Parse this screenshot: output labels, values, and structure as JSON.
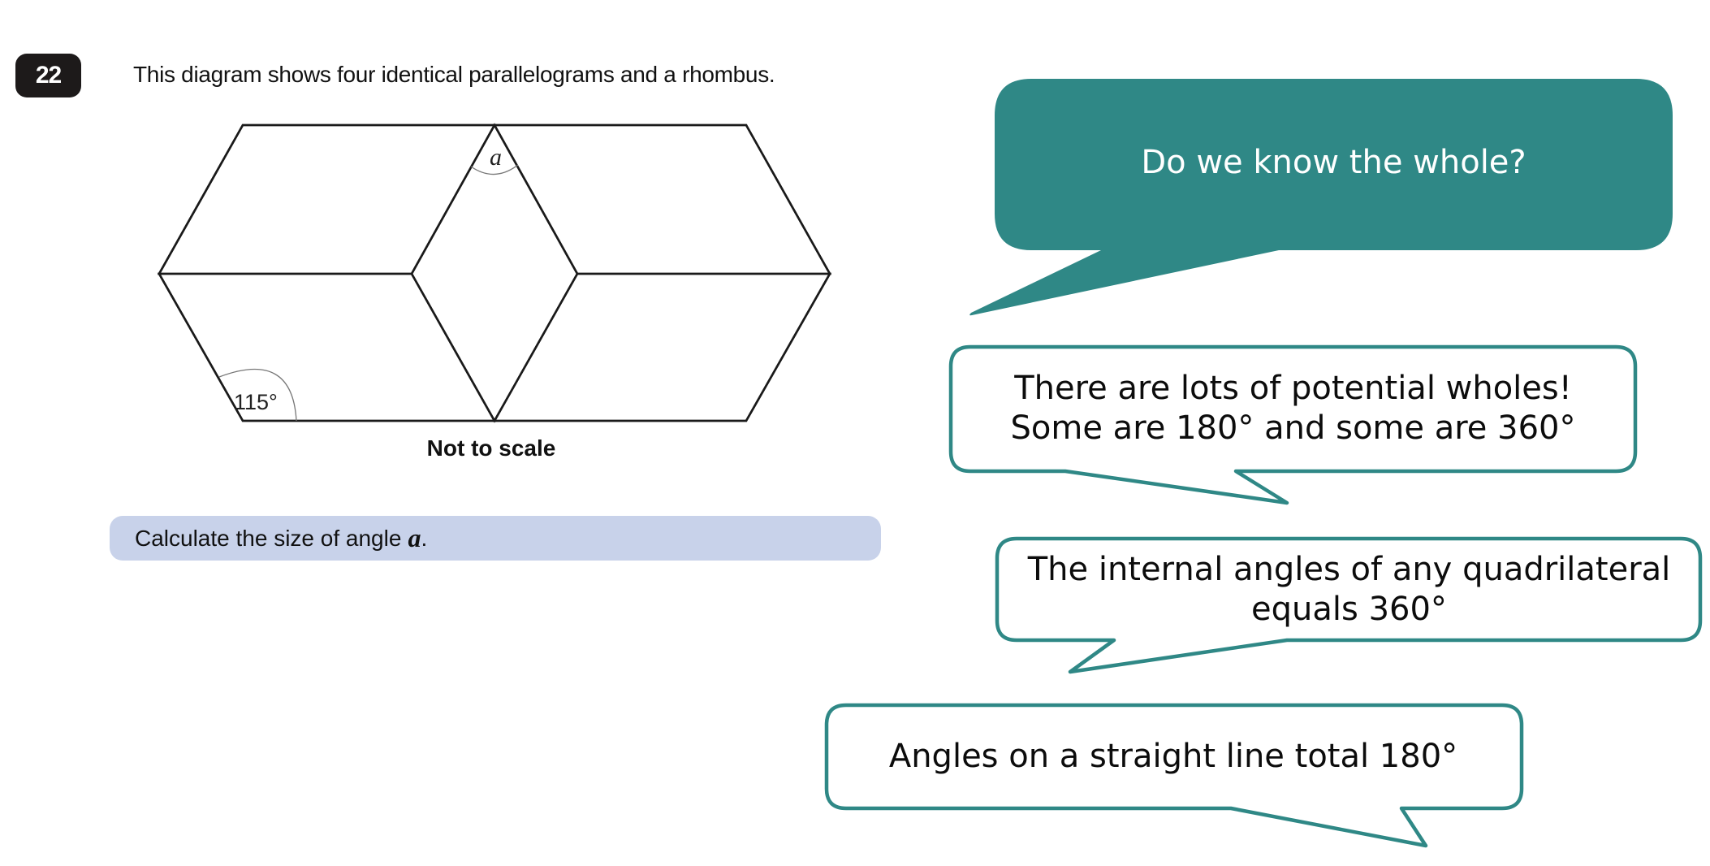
{
  "question": {
    "number": "22",
    "intro": "This diagram shows four identical parallelograms and a rhombus.",
    "diagram": {
      "angle_label_a": "a",
      "angle_label_given": "115°",
      "caption": "Not to scale"
    },
    "task": {
      "prefix": "Calculate the size of angle",
      "variable": "a",
      "suffix": "."
    }
  },
  "speech_bubbles": [
    {
      "text": "Do we know the whole?",
      "style": "filled",
      "color": "#2f8886"
    },
    {
      "line1": "There are lots of potential wholes!",
      "line2": "Some are 180° and some are 360°",
      "style": "outline",
      "color": "#2f8886"
    },
    {
      "line1": "The internal angles of any quadrilateral",
      "line2": "equals 360°",
      "style": "outline",
      "color": "#2f8886"
    },
    {
      "text": "Angles on a straight line total 180°",
      "style": "outline",
      "color": "#2f8886"
    }
  ],
  "colors": {
    "accent_teal": "#2f8886",
    "task_box_bg": "#c8d2ea",
    "badge_bg": "#1d1a1a"
  }
}
